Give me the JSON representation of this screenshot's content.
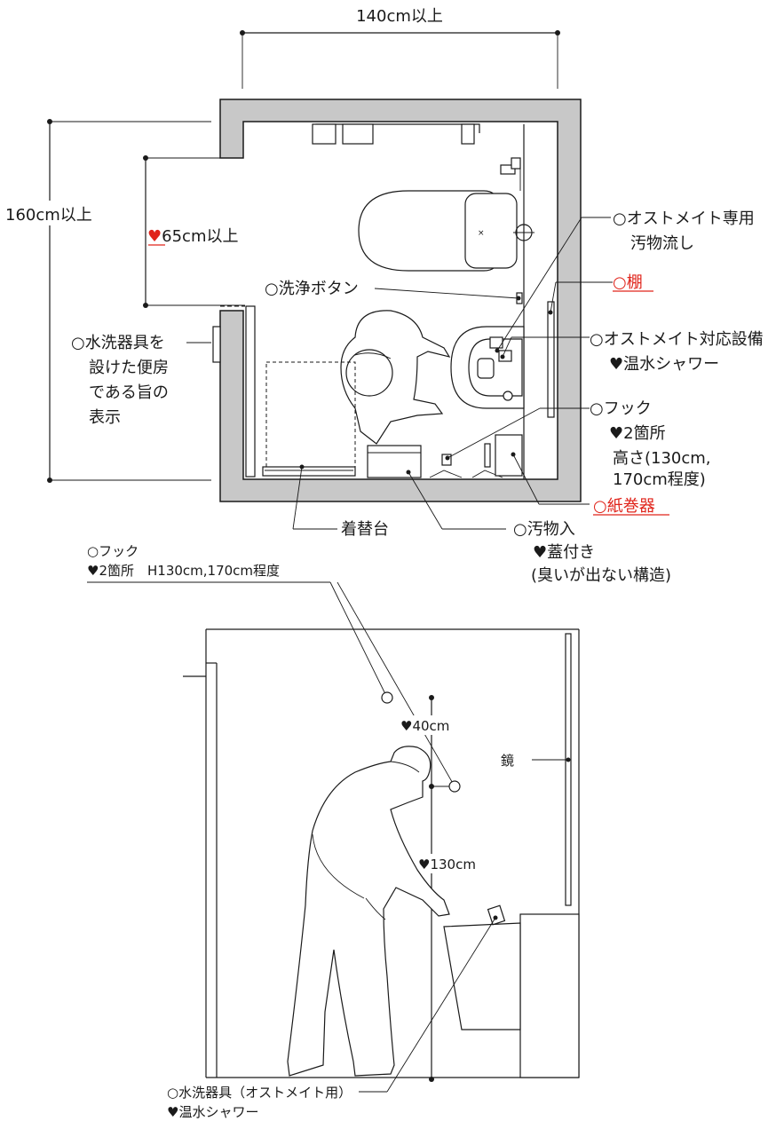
{
  "plan": {
    "dim_width": "140cm以上",
    "dim_depth": "160cm以上",
    "dim_inner_mark": "♥",
    "dim_inner": "65cm以上",
    "ostomate_sink": [
      "○オストメイト専用",
      "汚物流し"
    ],
    "shelf": "○棚",
    "wash_button": "○洗浄ボタン",
    "ostomate_equipment": "○オストメイト対応設備",
    "warm_shower": "♥温水シャワー",
    "sign_display": [
      "○水洗器具を",
      "設けた便房",
      "である旨の",
      "表示"
    ],
    "hook": [
      "○フック",
      "♥2箇所",
      "高さ(130cm,",
      "170cm程度)"
    ],
    "paper_holder": "○紙巻器",
    "changing_board": "着替台",
    "waste_bin": [
      "○汚物入",
      "♥蓋付き",
      "(臭いが出ない構造)"
    ]
  },
  "elevation": {
    "hook_note": [
      "○フック",
      "♥2箇所　H130cm,170cm程度"
    ],
    "dim_40": "♥40cm",
    "dim_130": "♥130cm",
    "mirror": "鏡",
    "faucet": "○水洗器具（オストメイト用）",
    "shower": "♥温水シャワー"
  },
  "colors": {
    "accent_red": "#e0241b",
    "wall_gray": "#c8c8c8",
    "line": "#1a1a1a"
  }
}
